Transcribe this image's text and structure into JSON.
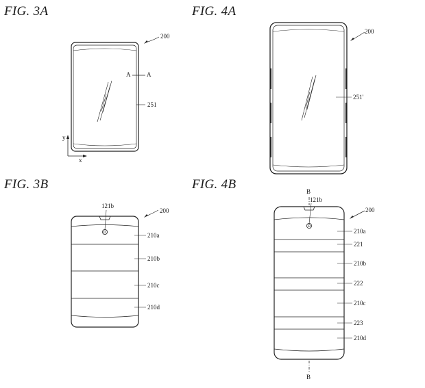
{
  "figures": {
    "fig3a": {
      "title": "FIG. 3A",
      "ref_device": "200",
      "ref_display": "251",
      "section_a1": "A",
      "section_a2": "A",
      "axis_y": "y",
      "axis_x": "x"
    },
    "fig4a": {
      "title": "FIG. 4A",
      "ref_device": "200",
      "ref_display": "251'"
    },
    "fig3b": {
      "title": "FIG. 3B",
      "ref_device": "200",
      "ref_camera": "121b",
      "segments": [
        "210a",
        "210b",
        "210c",
        "210d"
      ]
    },
    "fig4b": {
      "title": "FIG. 4B",
      "ref_device": "200",
      "ref_camera": "121b",
      "section_b_top": "B",
      "section_b_bottom": "B",
      "labels": [
        "210a",
        "221",
        "210b",
        "222",
        "210c",
        "223",
        "210d"
      ]
    }
  }
}
